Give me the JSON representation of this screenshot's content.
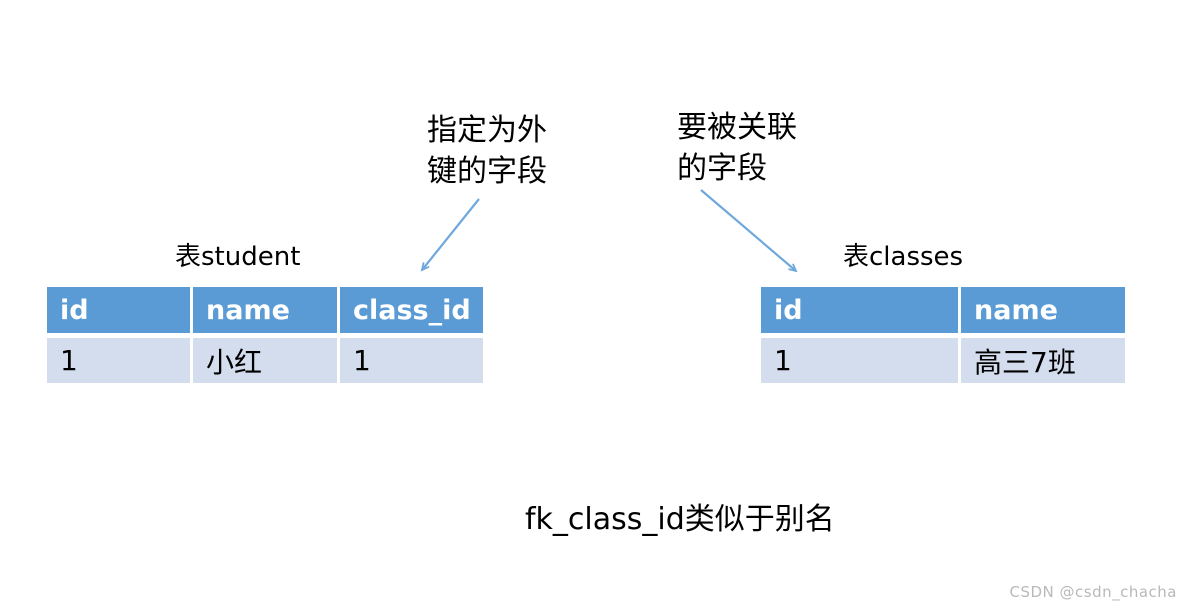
{
  "annotations": {
    "foreign_key": "指定为外\n键的字段",
    "referenced_field": "要被关联\n的字段"
  },
  "tables": {
    "student": {
      "title": "表student",
      "headers": [
        "id",
        "name",
        "class_id"
      ],
      "rows": [
        [
          "1",
          "小红",
          "1"
        ]
      ]
    },
    "classes": {
      "title": "表classes",
      "headers": [
        "id",
        "name"
      ],
      "rows": [
        [
          "1",
          "高三7班"
        ]
      ]
    }
  },
  "note": "fk_class_id类似于别名",
  "watermark": "CSDN @csdn_chacha",
  "colors": {
    "table_header_bg": "#5B9BD5",
    "table_row_bg": "#D3DDED",
    "arrow": "#6FA8DC",
    "watermark_text": "#B9B9B9"
  }
}
